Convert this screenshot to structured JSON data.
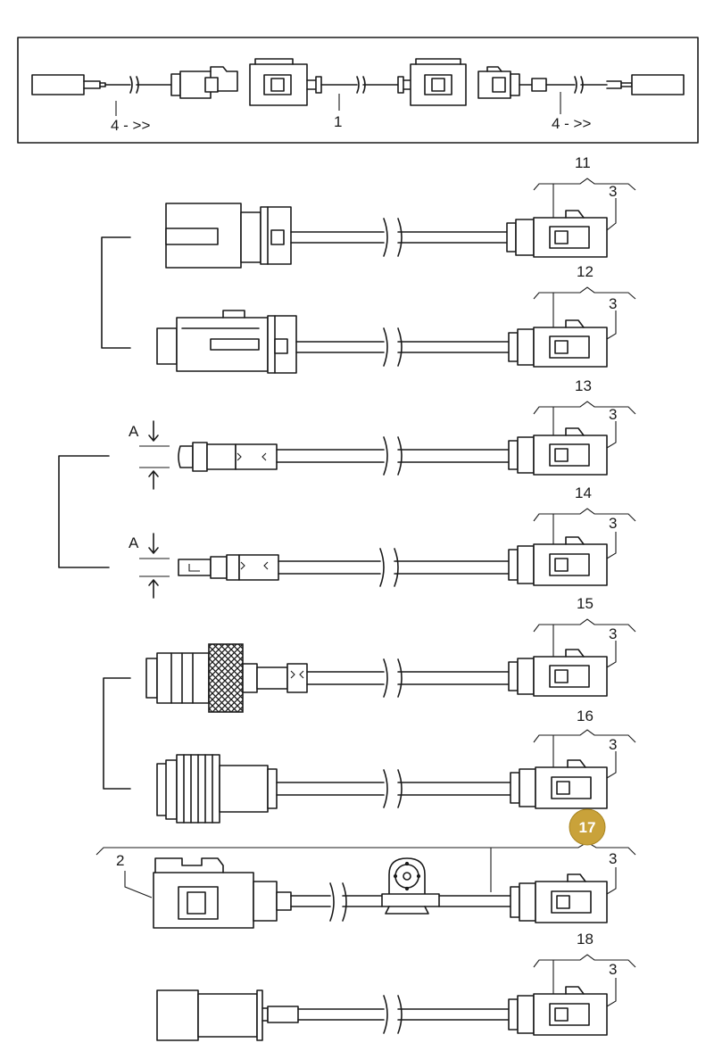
{
  "overview": {
    "left_label": "4 - >>",
    "center_label": "1",
    "right_label": "4 - >>"
  },
  "rows": [
    {
      "part": "11",
      "sub": "3"
    },
    {
      "part": "12",
      "sub": "3"
    },
    {
      "part": "13",
      "sub": "3",
      "dim": "A"
    },
    {
      "part": "14",
      "sub": "3",
      "dim": "A"
    },
    {
      "part": "15",
      "sub": "3"
    },
    {
      "part": "16",
      "sub": "3"
    },
    {
      "part": "17",
      "sub": "3",
      "left_label": "2",
      "highlighted": true
    },
    {
      "part": "18",
      "sub": "3"
    }
  ],
  "colors": {
    "line": "#1a1a1a",
    "highlight_badge": "#c9a23a"
  }
}
